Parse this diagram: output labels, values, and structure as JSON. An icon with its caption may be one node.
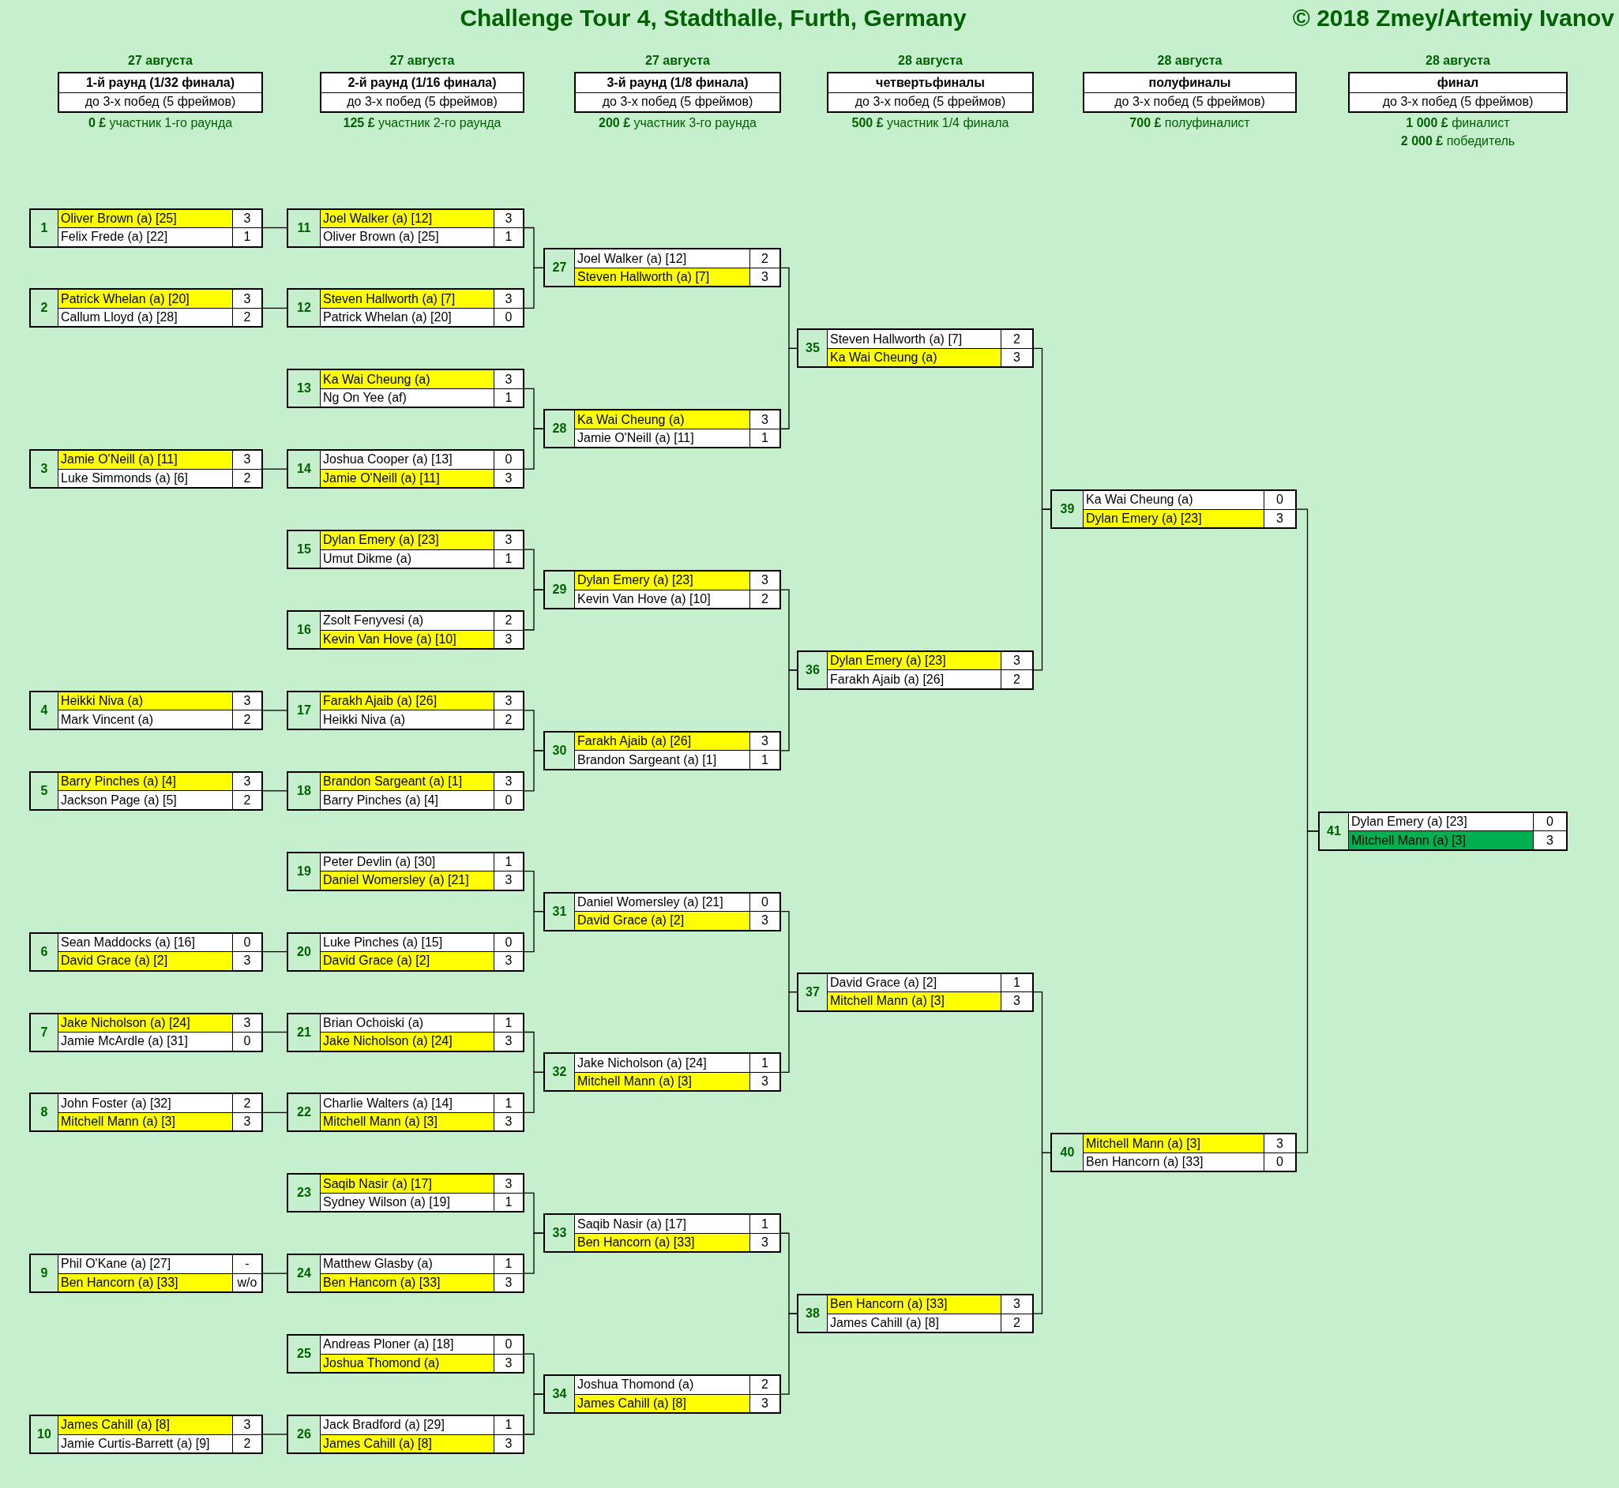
{
  "diagram": {
    "title": "Challenge Tour 4, Stadthalle, Furth, Germany",
    "nodes": [
      {
        "text": [
          "1-й раунд (1/32 финала)",
          "до 3-х побед (5 фреймов)"
        ],
        "beside": [
          "27 августа",
          "**0 £** участник 1-го раунда"
        ]
      },
      {
        "text": [
          "2-й раунд (1/16 финала)",
          "до 3-х побед (5 фреймов)"
        ],
        "beside": [
          "27 августа",
          "**125 £** участник 2-го раунда"
        ]
      },
      {
        "text": [
          "3-й раунд (1/8 финала)",
          "до 3-х побед (5 фреймов)"
        ],
        "beside": [
          "27 августа",
          "**200 £** участник 3-го раунда"
        ]
      },
      {
        "text": [
          "четвертьфиналы",
          "до 3-х побед (5 фреймов)"
        ],
        "beside": [
          "28 августа",
          "**500 £** участник 1/4 финала"
        ]
      },
      {
        "text": [
          "полуфиналы",
          "до 3-х побед (5 фреймов)"
        ],
        "beside": [
          "28 августа",
          "**700 £** полуфиналист"
        ]
      },
      {
        "text": [
          "финал",
          "до 3-х побед (5 фреймов)"
        ],
        "beside": [
          "28 августа",
          "**1 000 £** финалист",
          "**2 000 £** победитель"
        ]
      },
      {
        "text": [
          "1",
          "Oliver Brown (a) [25]",
          "3",
          "Felix Frede (a) [22]",
          "1"
        ]
      },
      {
        "text": [
          "2",
          "Patrick Whelan (a) [20]",
          "3",
          "Callum Lloyd (a) [28]",
          "2"
        ]
      },
      {
        "text": [
          "3",
          "Jamie O'Neill (a) [11]",
          "3",
          "Luke Simmonds (a) [6]",
          "2"
        ]
      },
      {
        "text": [
          "4",
          "Heikki Niva (a)",
          "3",
          "Mark Vincent (a)",
          "2"
        ]
      },
      {
        "text": [
          "5",
          "Barry Pinches (a) [4]",
          "3",
          "Jackson Page (a) [5]",
          "2"
        ]
      },
      {
        "text": [
          "6",
          "Sean Maddocks (a) [16]",
          "0",
          "David Grace (a) [2]",
          "3"
        ]
      },
      {
        "text": [
          "7",
          "Jake Nicholson (a) [24]",
          "3",
          "Jamie McArdle (a) [31]",
          "0"
        ]
      },
      {
        "text": [
          "8",
          "John Foster (a) [32]",
          "2",
          "Mitchell Mann (a) [3]",
          "3"
        ]
      },
      {
        "text": [
          "9",
          "Phil O'Kane (a) [27]",
          "-",
          "Ben Hancorn (a) [33]",
          "w/o"
        ]
      },
      {
        "text": [
          "10",
          "James Cahill (a) [8]",
          "3",
          "Jamie Curtis-Barrett (a) [9]",
          "2"
        ]
      },
      {
        "text": [
          "11",
          "Joel Walker (a) [12]",
          "3",
          "Oliver Brown (a) [25]",
          "1"
        ]
      },
      {
        "text": [
          "12",
          "Steven Hallworth (a) [7]",
          "3",
          "Patrick Whelan (a) [20]",
          "0"
        ]
      },
      {
        "text": [
          "13",
          "Ka Wai Cheung (a)",
          "3",
          "Ng On Yee (af)",
          "1"
        ]
      },
      {
        "text": [
          "14",
          "Joshua Cooper (a) [13]",
          "0",
          "Jamie O'Neill (a) [11]",
          "3"
        ]
      },
      {
        "text": [
          "15",
          "Dylan Emery (a) [23]",
          "3",
          "Umut Dikme (a)",
          "1"
        ]
      },
      {
        "text": [
          "16",
          "Zsolt Fenyvesi (a)",
          "2",
          "Kevin Van Hove (a) [10]",
          "3"
        ]
      },
      {
        "text": [
          "17",
          "Farakh Ajaib (a) [26]",
          "3",
          "Heikki Niva (a)",
          "2"
        ]
      },
      {
        "text": [
          "18",
          "Brandon Sargeant (a) [1]",
          "3",
          "Barry Pinches (a) [4]",
          "0"
        ]
      },
      {
        "text": [
          "19",
          "Peter Devlin (a) [30]",
          "1",
          "Daniel Womersley (a) [21]",
          "3"
        ]
      },
      {
        "text": [
          "20",
          "Luke Pinches (a) [15]",
          "0",
          "David Grace (a) [2]",
          "3"
        ]
      },
      {
        "text": [
          "21",
          "Brian Ochoiski (a)",
          "1",
          "Jake Nicholson (a) [24]",
          "3"
        ]
      },
      {
        "text": [
          "22",
          "Charlie Walters (a) [14]",
          "1",
          "Mitchell Mann (a) [3]",
          "3"
        ]
      },
      {
        "text": [
          "23",
          "Saqib Nasir (a) [17]",
          "3",
          "Sydney Wilson (a) [19]",
          "1"
        ]
      },
      {
        "text": [
          "24",
          "Matthew Glasby (a)",
          "1",
          "Ben Hancorn (a) [33]",
          "3"
        ]
      },
      {
        "text": [
          "25",
          "Andreas Ploner (a) [18]",
          "0",
          "Joshua Thomond (a)",
          "3"
        ]
      },
      {
        "text": [
          "26",
          "Jack Bradford (a) [29]",
          "1",
          "James Cahill (a) [8]",
          "3"
        ]
      },
      {
        "text": [
          "27",
          "Joel Walker (a) [12]",
          "2",
          "Steven Hallworth (a) [7]",
          "3"
        ]
      },
      {
        "text": [
          "28",
          "Ka Wai Cheung (a)",
          "3",
          "Jamie O'Neill (a) [11]",
          "1"
        ]
      },
      {
        "text": [
          "29",
          "Dylan Emery (a) [23]",
          "3",
          "Kevin Van Hove (a) [10]",
          "2"
        ]
      },
      {
        "text": [
          "30",
          "Farakh Ajaib (a) [26]",
          "3",
          "Brandon Sargeant (a) [1]",
          "1"
        ]
      },
      {
        "text": [
          "31",
          "Daniel Womersley (a) [21]",
          "0",
          "David Grace (a) [2]",
          "3"
        ]
      },
      {
        "text": [
          "32",
          "Jake Nicholson (a) [24]",
          "1",
          "Mitchell Mann (a) [3]",
          "3"
        ]
      },
      {
        "text": [
          "33",
          "Saqib Nasir (a) [17]",
          "1",
          "Ben Hancorn (a) [33]",
          "3"
        ]
      },
      {
        "text": [
          "34",
          "Joshua Thomond (a)",
          "2",
          "James Cahill (a) [8]",
          "3"
        ]
      },
      {
        "text": [
          "35",
          "Steven Hallworth (a) [7]",
          "2",
          "Ka Wai Cheung (a)",
          "3"
        ]
      },
      {
        "text": [
          "36",
          "Dylan Emery (a) [23]",
          "3",
          "Farakh Ajaib (a) [26]",
          "2"
        ]
      },
      {
        "text": [
          "37",
          "David Grace (a) [2]",
          "1",
          "Mitchell Mann (a) [3]",
          "3"
        ]
      },
      {
        "text": [
          "38",
          "Ben Hancorn (a) [33]",
          "3",
          "James Cahill (a) [8]",
          "2"
        ]
      },
      {
        "text": [
          "39",
          "Ka Wai Cheung (a)",
          "0",
          "Dylan Emery (a) [23]",
          "3"
        ]
      },
      {
        "text": [
          "40",
          "Mitchell Mann (a) [3]",
          "3",
          "Ben Hancorn (a) [33]",
          "0"
        ]
      },
      {
        "text": [
          "41",
          "Dylan Emery (a) [23]",
          "0",
          "Mitchell Mann (a) [3]",
          "3"
        ]
      }
    ],
    "edges": [
      {
        "from": 6,
        "to": 16,
        "arrow": "none"
      },
      {
        "from": 7,
        "to": 17,
        "arrow": "none"
      },
      {
        "from": 8,
        "to": 19,
        "arrow": "none"
      },
      {
        "from": 9,
        "to": 22,
        "arrow": "none"
      },
      {
        "from": 10,
        "to": 23,
        "arrow": "none"
      },
      {
        "from": 11,
        "to": 25,
        "arrow": "none"
      },
      {
        "from": 12,
        "to": 26,
        "arrow": "none"
      },
      {
        "from": 13,
        "to": 27,
        "arrow": "none"
      },
      {
        "from": 14,
        "to": 29,
        "arrow": "none"
      },
      {
        "from": 15,
        "to": 31,
        "arrow": "none"
      },
      {
        "from": 16,
        "to": 32,
        "arrow": "none"
      },
      {
        "from": 17,
        "to": 32,
        "arrow": "none"
      },
      {
        "from": 18,
        "to": 33,
        "arrow": "none"
      },
      {
        "from": 19,
        "to": 33,
        "arrow": "none"
      },
      {
        "from": 20,
        "to": 34,
        "arrow": "none"
      },
      {
        "from": 21,
        "to": 34,
        "arrow": "none"
      },
      {
        "from": 22,
        "to": 35,
        "arrow": "none"
      },
      {
        "from": 23,
        "to": 35,
        "arrow": "none"
      },
      {
        "from": 24,
        "to": 36,
        "arrow": "none"
      },
      {
        "from": 25,
        "to": 36,
        "arrow": "none"
      },
      {
        "from": 26,
        "to": 37,
        "arrow": "none"
      },
      {
        "from": 27,
        "to": 37,
        "arrow": "none"
      },
      {
        "from": 28,
        "to": 38,
        "arrow": "none"
      },
      {
        "from": 29,
        "to": 38,
        "arrow": "none"
      },
      {
        "from": 30,
        "to": 39,
        "arrow": "none"
      },
      {
        "from": 31,
        "to": 39,
        "arrow": "none"
      },
      {
        "from": 32,
        "to": 40,
        "arrow": "none"
      },
      {
        "from": 33,
        "to": 40,
        "arrow": "none"
      },
      {
        "from": 34,
        "to": 41,
        "arrow": "none"
      },
      {
        "from": 35,
        "to": 41,
        "arrow": "none"
      },
      {
        "from": 36,
        "to": 42,
        "arrow": "none"
      },
      {
        "from": 37,
        "to": 42,
        "arrow": "none"
      },
      {
        "from": 38,
        "to": 43,
        "arrow": "none"
      },
      {
        "from": 39,
        "to": 43,
        "arrow": "none"
      },
      {
        "from": 40,
        "to": 44,
        "arrow": "none"
      },
      {
        "from": 41,
        "to": 44,
        "arrow": "none"
      },
      {
        "from": 42,
        "to": 45,
        "arrow": "none"
      },
      {
        "from": 43,
        "to": 45,
        "arrow": "none"
      },
      {
        "from": 44,
        "to": 46,
        "arrow": "none"
      },
      {
        "from": 45,
        "to": 46,
        "arrow": "none"
      }
    ],
    "labels": [
      "© 2018 Zmey/Artemiy Ivanov"
    ]
  }
}
